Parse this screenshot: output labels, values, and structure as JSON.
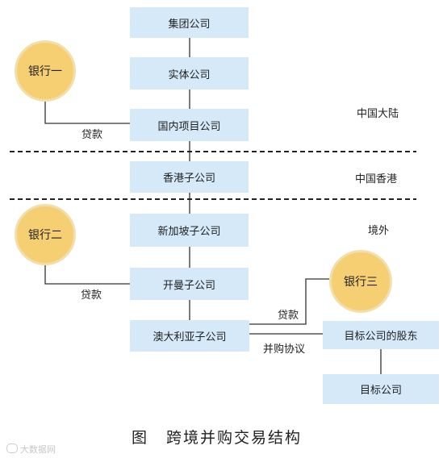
{
  "boxes": {
    "group": "集团公司",
    "entity": "实体公司",
    "domestic_project": "国内项目公司",
    "hk_sub": "香港子公司",
    "sg_sub": "新加坡子公司",
    "kaiman_sub": "开曼子公司",
    "au_sub": "澳大利亚子公司",
    "target_shareholder": "目标公司的股东",
    "target": "目标公司"
  },
  "banks": {
    "bank1": "银行一",
    "bank2": "银行二",
    "bank3": "银行三"
  },
  "regions": {
    "mainland": "中国大陆",
    "hongkong": "中国香港",
    "overseas": "境外"
  },
  "edge_labels": {
    "loan1": "贷款",
    "loan2": "贷款",
    "loan3": "贷款",
    "merger_agreement": "并购协议"
  },
  "caption": {
    "prefix": "图",
    "title": "跨境并购交易结构"
  },
  "watermark": "大数据网",
  "colors": {
    "box_fill": "#d6e9f8",
    "bank_fill": "#f6cf72",
    "line": "#333333"
  }
}
